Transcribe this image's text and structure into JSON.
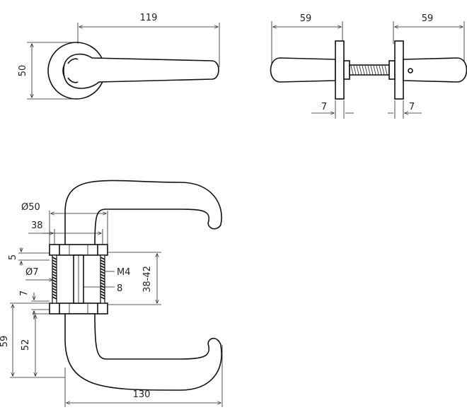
{
  "top_view": {
    "length": "119",
    "height": "50"
  },
  "side_view": {
    "left_width": "59",
    "right_width": "59",
    "left_rose": "7",
    "right_rose": "7"
  },
  "section_view": {
    "rose_diameter": "Ø50",
    "screw_spacing": "38",
    "rose_thickness_top": "5",
    "screw_hole": "Ø7",
    "screw_thread": "M4",
    "spindle": "8",
    "door_thickness": "38-42",
    "rose_thickness_bottom": "7",
    "total_height": "59",
    "lever_height": "52",
    "lever_length": "130"
  }
}
